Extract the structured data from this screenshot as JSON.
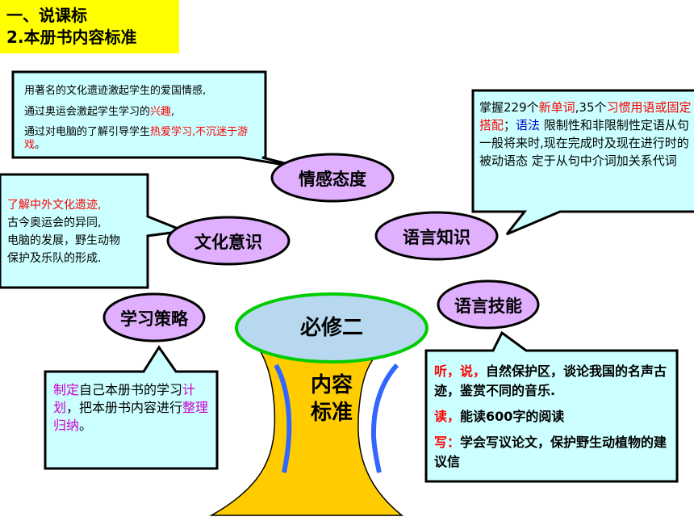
{
  "header": {
    "section": "一、说课标",
    "subtitle": "2.本册书内容标准"
  },
  "center": {
    "top_label": "必修二",
    "trunk_line1": "内容",
    "trunk_line2": "标准"
  },
  "nodes": {
    "emotion": "情感态度",
    "culture": "文化意识",
    "language_knowledge": "语言知识",
    "language_skill": "语言技能",
    "strategy": "学习策略"
  },
  "callouts": {
    "emotion": {
      "line1": "用著名的文化遗迹激起学生的爱国情感,",
      "line2_a": "通过奥运会激起学生学习的",
      "line2_b": "兴趣",
      "line2_c": ",",
      "line3_a": "通过对电脑的了解引导学生",
      "line3_b": "热爱学习,不沉迷于游戏",
      "line3_c": "。"
    },
    "culture": {
      "line1": "了解中外文化遗迹,",
      "line2": "古今奥运会的异同,",
      "line3": "电脑的发展，野生动物",
      "line4": "保护及乐队的形成."
    },
    "knowledge": {
      "p1": "掌握229个",
      "p2": "新单词",
      "p3": ",35个",
      "p4": "习惯用语或固定搭配",
      "p5": "；",
      "p6": "语法",
      "p7": " 限制性和非限制性定语从句 一般将来时,现在完成时及现在进行时的被动语态 定于从句中介词加关系代词"
    },
    "strategy": {
      "p1": "制定",
      "p2": "自己本册书的学习",
      "p3": "计划",
      "p4": "，把本册书内容进行",
      "p5": "整理归纳",
      "p6": "。"
    },
    "skill": {
      "l1a": "听，说，",
      "l1b": "自然保护区，谈论我国的名声古迹，鉴赏不同的音乐.",
      "l2a": "读，",
      "l2b": "能读600字的阅读",
      "l3a": "写：",
      "l3b": "学会写议论文，保护野生动植物的建议信"
    }
  },
  "colors": {
    "title_bg": "#ffff00",
    "callout_fill": "#ccffff",
    "oval_fill": "#e0b0ff",
    "trunk_fill": "#ffcc00",
    "top_oval_fill": "#b8d8f0",
    "top_oval_stroke": "#00cc00",
    "trunk_stripes": "#3366ff"
  }
}
